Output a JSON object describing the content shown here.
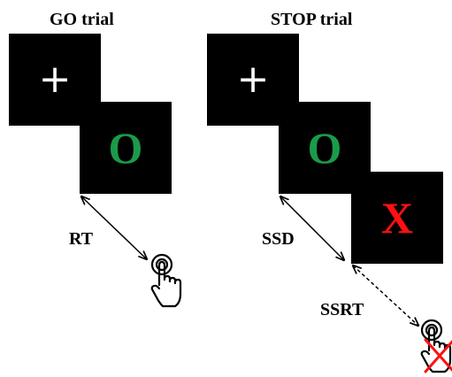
{
  "go_trial": {
    "title": "GO trial",
    "fixation_symbol": "+",
    "go_signal": "O",
    "interval_label": "RT",
    "response_icon": "hand-tap-icon"
  },
  "stop_trial": {
    "title": "STOP trial",
    "fixation_symbol": "+",
    "go_signal": "O",
    "stop_signal": "X",
    "delay_label": "SSD",
    "reaction_label": "SSRT",
    "response_icon": "hand-tap-crossed-icon"
  },
  "colors": {
    "screen": "#000000",
    "fixation": "#ffffff",
    "go_signal": "#1a9b4a",
    "stop_signal": "#ff1010",
    "cross_out": "#ff1010"
  }
}
